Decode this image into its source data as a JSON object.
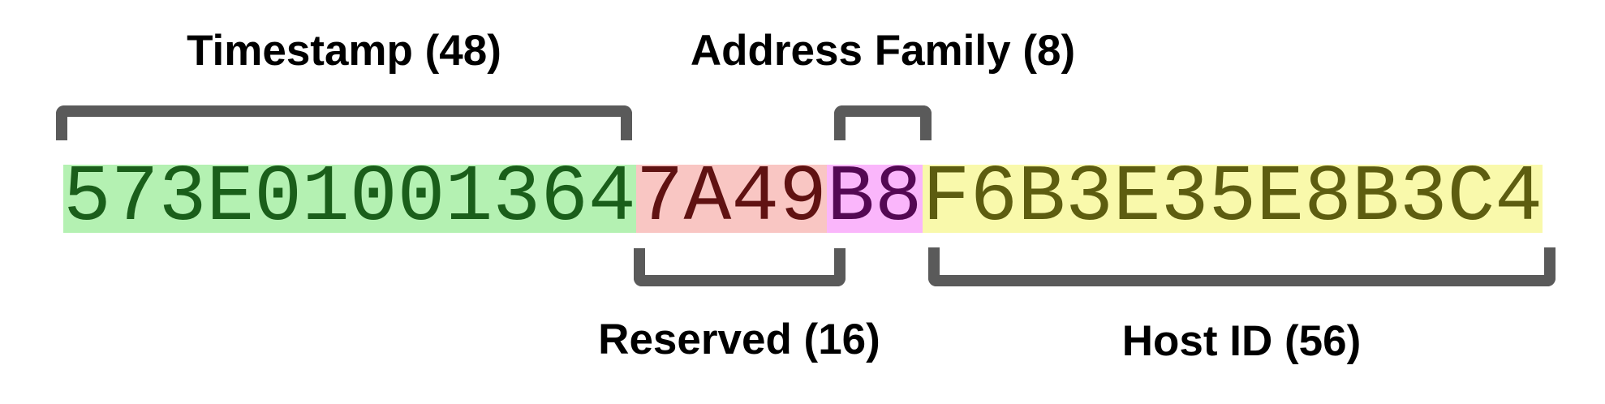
{
  "diagram": {
    "bracket_color": "#5a5a5a",
    "label_color": "#000000",
    "fields": [
      {
        "label": "Timestamp (48)",
        "name": "Timestamp",
        "bits": 48,
        "hex": "573E01001364",
        "bg_color": "#b4f1b2",
        "text_color": "#1a5e1a",
        "label_position": "top"
      },
      {
        "label": "Reserved (16)",
        "name": "Reserved",
        "bits": 16,
        "hex": "7A49",
        "bg_color": "#f9c6c3",
        "text_color": "#601212",
        "label_position": "bottom"
      },
      {
        "label": "Address Family (8)",
        "name": "Address Family",
        "bits": 8,
        "hex": "B8",
        "bg_color": "#fab6fb",
        "text_color": "#530853",
        "label_position": "top"
      },
      {
        "label": "Host ID (56)",
        "name": "Host ID",
        "bits": 56,
        "hex": "F6B3E35E8B3C4",
        "bg_color": "#f9f9ab",
        "text_color": "#5d5d10",
        "label_position": "bottom"
      }
    ]
  }
}
